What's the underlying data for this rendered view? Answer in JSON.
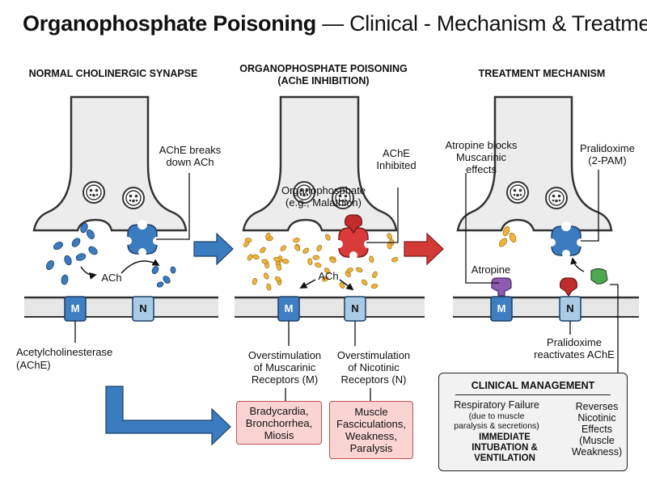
{
  "title": {
    "bold": "Organophosphate Poisoning",
    "rest": " — Clinical - Mechanism & Treatment"
  },
  "panels": {
    "normal": {
      "heading": "NORMAL CHOLINERGIC SYNAPSE",
      "ache_breaks": "AChE breaks\ndown ACh",
      "ach": "ACh",
      "receptor_m": "M",
      "receptor_n": "N",
      "enzyme": "Acetylcholinesterase\n(AChE)"
    },
    "poisoning": {
      "heading": "ORGANOPHOSPHATE POISONING\n(AChE INHIBITION)",
      "inhibited": "AChE\nInhibited",
      "op_label": "Organophosphate\n(e.g., Malathion)",
      "ach": "ACh",
      "receptor_m": "M",
      "receptor_n": "N",
      "musc": "Overstimulation\nof Muscarinic\nReceptors (M)",
      "nic": "Overstimulation\nof Nicotinic\nReceptors (N)",
      "musc_effects": "Bradycardia,\nBronchorrhea,\nMiosis",
      "nic_effects": "Muscle\nFasciculations,\nWeakness,\nParalysis"
    },
    "treatment": {
      "heading": "TREATMENT MECHANISM",
      "atropine_blocks": "Atropine blocks\nMuscarinic\neffects",
      "pralidoxime": "Pralidoxime\n(2-PAM)",
      "atropine": "Atropine",
      "receptor_m": "M",
      "receptor_n": "N",
      "reactivates": "Pralidoxime\nreactivates AChE"
    }
  },
  "clinical_management": {
    "title": "CLINICAL MANAGEMENT",
    "resp": "Respiratory Failure",
    "resp_sub": "(due to muscle\nparalysis & secretions)",
    "action": "IMMEDIATE\nINTUBATION &\nVENTILATION",
    "reverses": "Reverses\nNicotinic\nEffects\n(Muscle\nWeakness)"
  },
  "colors": {
    "ach_blue": "#3b7cc0",
    "receptor_m": "#3f7fc1",
    "receptor_n": "#a9cbe6",
    "organophosphate": "#d93a3a",
    "ach_yellow": "#f0b43c",
    "atropine": "#8e5bb0",
    "pralidoxime": "#4fa84f",
    "effect_box": "#f9d4d2",
    "arrow_blue": "#3a7cc0",
    "arrow_red": "#d33a35"
  }
}
